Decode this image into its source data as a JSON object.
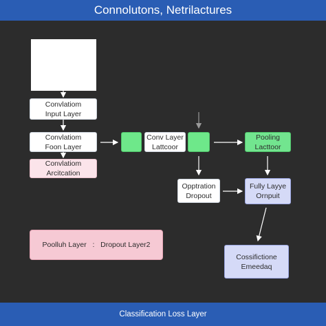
{
  "title": "Connolutons, Netrilactures",
  "nodes": {
    "conv_input": [
      "Convlatiom",
      "Input Layer"
    ],
    "conv_foon": [
      "Convlatiom",
      "Foon Layer"
    ],
    "conv_activation": [
      "Convlatiom",
      "Arcitcation"
    ],
    "conv_latticor": [
      "Conv Layer",
      "Lattcoor"
    ],
    "pooling": [
      "Pooling",
      "Lacttoor"
    ],
    "dropout": [
      "Opptration",
      "Dropout"
    ],
    "fully": [
      "Fully Layye",
      "Ornpuit"
    ],
    "classification": [
      "Cossifictione",
      "Emeedaq"
    ],
    "pool_dropout": "Poolluh Layer   :   Dropout Layer2"
  },
  "footer": "Classification Loss Layer",
  "colors": {
    "background": "#2c2c2c",
    "title_bar": "#2a5db4",
    "green": "#6ee88a",
    "lavender": "#d5daf7",
    "pink": "#f6c9d4"
  }
}
